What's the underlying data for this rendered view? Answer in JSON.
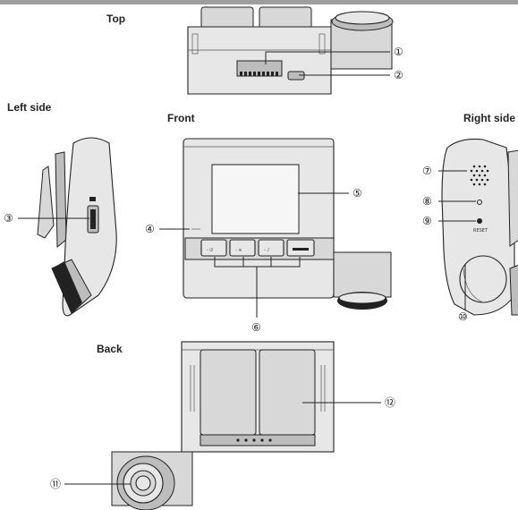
{
  "colors": {
    "line": "#222222",
    "body_fill": "#e7e7e7",
    "top_bar": "#9e9e9e"
  },
  "views": {
    "top": "Top",
    "left": "Left side",
    "front": "Front",
    "right": "Right side",
    "back": "Back"
  },
  "callouts": {
    "c1": "①",
    "c2": "②",
    "c3": "③",
    "c4": "④",
    "c5": "⑤",
    "c6": "⑥",
    "c7": "⑦",
    "c8": "⑧",
    "c9": "⑨",
    "c10": "⑩",
    "c11": "⑪",
    "c12": "⑫"
  },
  "device_text": {
    "reset": "RESET"
  }
}
